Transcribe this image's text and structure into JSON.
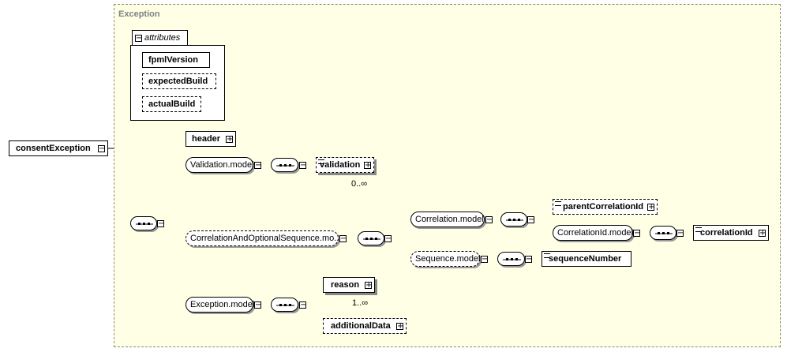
{
  "type_name": "Exception",
  "attributes_label": "attributes",
  "attributes": [
    "fpmlVersion",
    "expectedBuild",
    "actualBuild"
  ],
  "root_element": "consentException",
  "elements": {
    "header": "header",
    "validation_model": "Validation.model",
    "validation": "validation",
    "validation_card": "0..∞",
    "correlation_optional_sequence": "CorrelationAndOptionalSequence.mo...",
    "correlation_model": "Correlation.model",
    "parent_correlation_id": "parentCorrelationId",
    "correlation_id_model": "CorrelationId.model",
    "correlation_id": "correlationId",
    "sequence_model": "Sequence.model",
    "sequence_number": "sequenceNumber",
    "exception_model": "Exception.model",
    "reason": "reason",
    "reason_card": "1..∞",
    "additional_data": "additionalData"
  },
  "colors": {
    "type_background": "#ffffe6",
    "type_border": "#8c8c6a",
    "title": "#808080"
  }
}
